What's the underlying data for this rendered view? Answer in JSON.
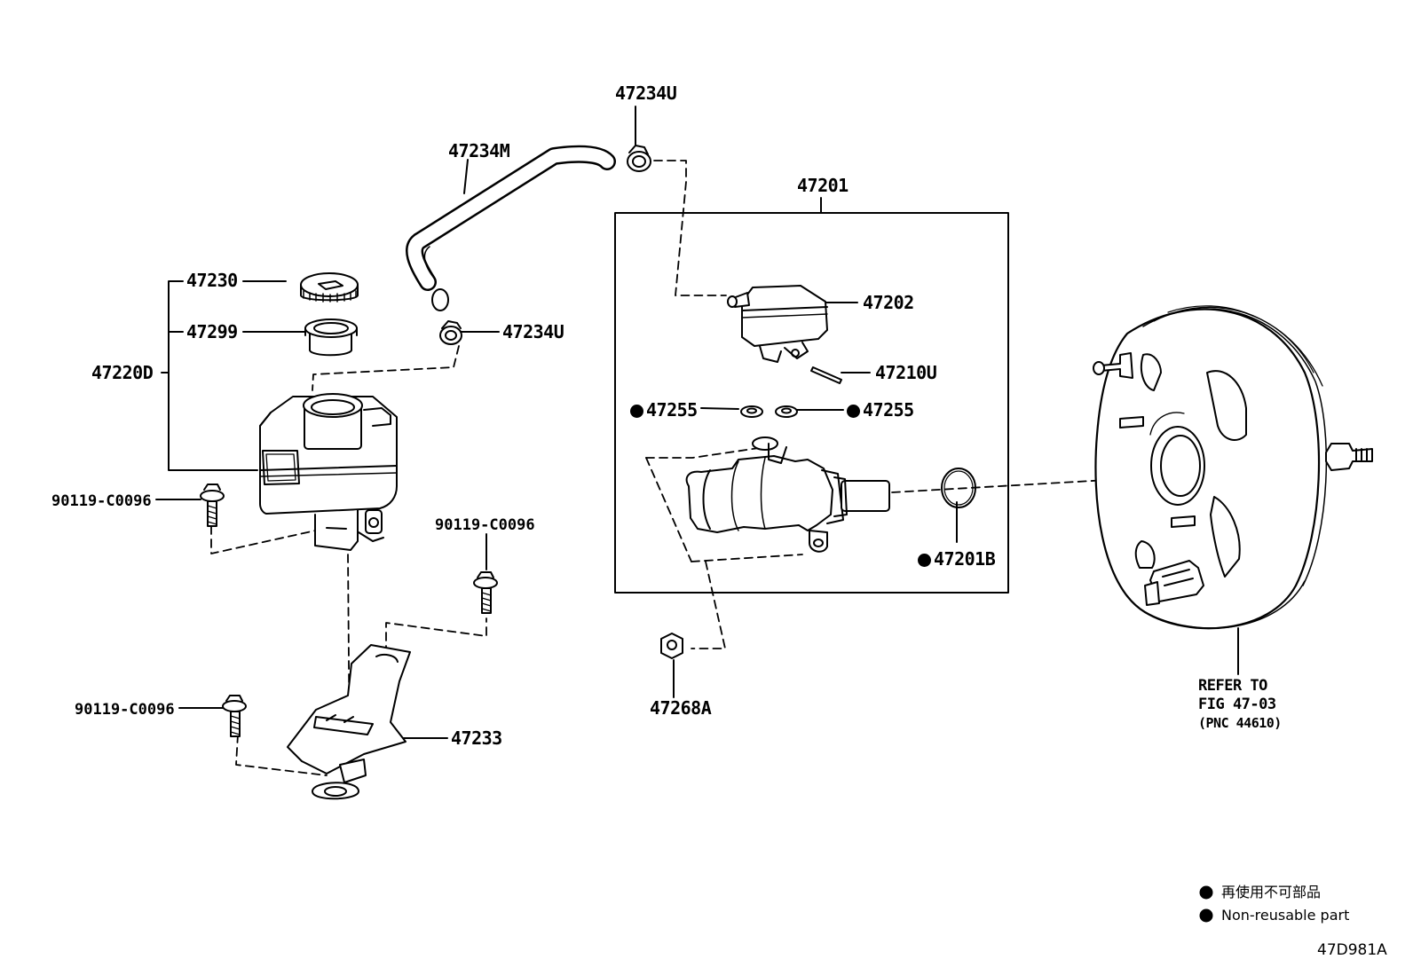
{
  "diagram_code": "47D981A",
  "parts": {
    "p47234U_top": "47234U",
    "p47234M": "47234M",
    "p47201": "47201",
    "p47230": "47230",
    "p47299": "47299",
    "p47234U_mid": "47234U",
    "p47220D": "47220D",
    "p47202": "47202",
    "p47210U": "47210U",
    "p47255_left": "47255",
    "p47255_right": "47255",
    "p90119_a": "90119-C0096",
    "p90119_b": "90119-C0096",
    "p90119_c": "90119-C0096",
    "p47201B": "47201B",
    "p47268A": "47268A",
    "p47233": "47233"
  },
  "reference": {
    "line1": "REFER TO",
    "line2": "FIG 47-03",
    "line3": "(PNC 44610)"
  },
  "legend": {
    "japanese": "再使用不可部品",
    "english": "Non-reusable part"
  }
}
